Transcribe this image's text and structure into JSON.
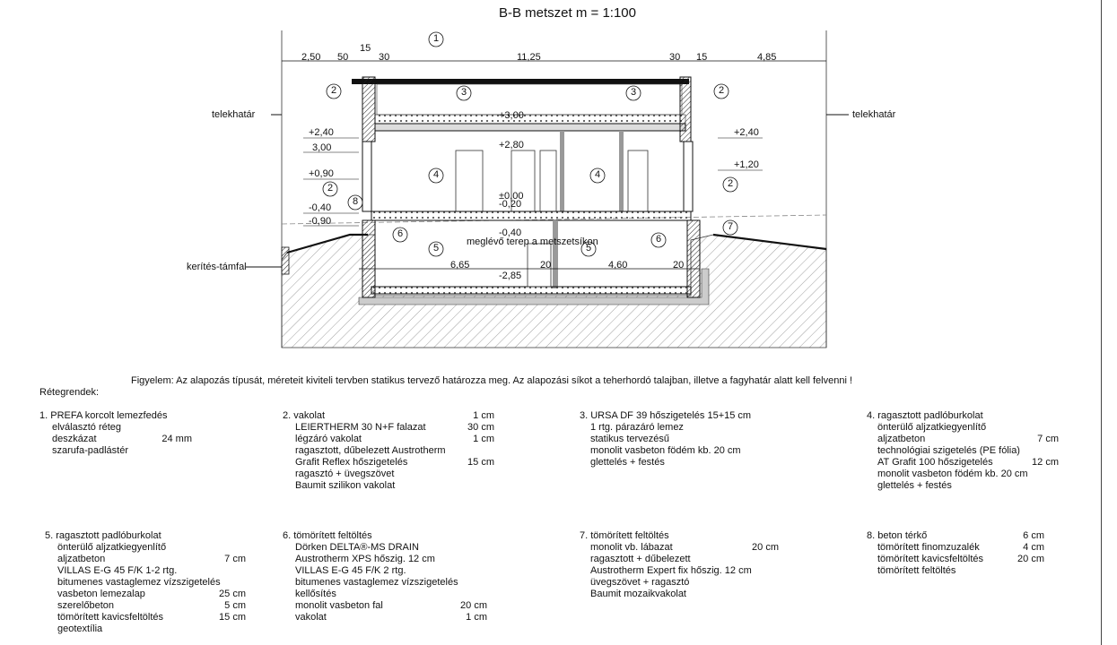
{
  "title": "B-B metszet m = 1:100",
  "note": "Figyelem: Az alapozás típusát, méreteit kiviteli tervben statikus tervező határozza meg. Az alapozási síkot a teherhordó talajban, illetve a fagyhatár alatt kell felvenni !",
  "legend_title": "Rétegrendek:",
  "labels": {
    "telekhatar_left": "telekhatár",
    "telekhatar_right": "telekhatár",
    "kerites": "kerítés-támfal",
    "terrain": "meglévő terep a metszetsíkon"
  },
  "dimensions_top": [
    "2,50",
    "50",
    "15",
    "30",
    "11,25",
    "30",
    "15",
    "4,85"
  ],
  "dimensions_bottom": [
    "6,65",
    "20",
    "4,60",
    "20"
  ],
  "levels": {
    "l_240": "+2,40",
    "l_300": "3,00",
    "l_090": "+0,90",
    "l_m040": "-0,40",
    "l_m090": "-0,90",
    "r_240": "+2,40",
    "r_120": "+1,20",
    "c_300": "+3,00",
    "c_280": "+2,80",
    "c_000": "±0,00",
    "c_m020": "-0,20",
    "c_m040": "-0,40",
    "c_m285": "-2,85"
  },
  "markers": {
    "m1": "1",
    "m2a": "2",
    "m2b": "2",
    "m2c": "2",
    "m2d": "2",
    "m3a": "3",
    "m3b": "3",
    "m4a": "4",
    "m4b": "4",
    "m5a": "5",
    "m5b": "5",
    "m6a": "6",
    "m6b": "6",
    "m7": "7",
    "m8": "8"
  },
  "layers": [
    {
      "head": "1.  PREFA korcolt lemezfedés",
      "rows": [
        [
          "elválasztó réteg",
          ""
        ],
        [
          "deszkázat",
          "24 mm"
        ],
        [
          "szarufa-padlástér",
          ""
        ]
      ]
    },
    {
      "head": "2. vakolat",
      "head_v": "1 cm",
      "rows": [
        [
          "LEIERTHERM 30 N+F falazat",
          "30 cm"
        ],
        [
          "légzáró vakolat",
          "1 cm"
        ],
        [
          "ragasztott, dűbelezett Austrotherm",
          ""
        ],
        [
          "Grafit Reflex hőszigetelés",
          "15 cm"
        ],
        [
          "ragasztó + üvegszövet",
          ""
        ],
        [
          "Baumit szilikon vakolat",
          ""
        ]
      ]
    },
    {
      "head": "3. URSA DF 39 hőszigetelés 15+15  cm",
      "rows": [
        [
          "1 rtg. párazáró lemez",
          ""
        ],
        [
          "statikus tervezésű",
          ""
        ],
        [
          "monolit vasbeton födém   kb. 20 cm",
          ""
        ],
        [
          "glettelés + festés",
          ""
        ]
      ]
    },
    {
      "head": "4. ragasztott padlóburkolat",
      "rows": [
        [
          "önterülő aljzatkiegyenlítő",
          ""
        ],
        [
          "aljzatbeton",
          "7 cm"
        ],
        [
          "technológiai szigetelés (PE fólia)",
          ""
        ],
        [
          "AT Grafit 100 hőszigetelés",
          "12 cm"
        ],
        [
          "monolit vasbeton födém   kb. 20 cm",
          ""
        ],
        [
          "glettelés + festés",
          ""
        ]
      ]
    },
    {
      "head": "5. ragasztott padlóburkolat",
      "rows": [
        [
          "önterülő aljzatkiegyenlítő",
          ""
        ],
        [
          "aljzatbeton",
          "7 cm"
        ],
        [
          "VILLAS E-G 45 F/K   1-2 rtg.",
          ""
        ],
        [
          "bitumenes vastaglemez vízszigetelés",
          ""
        ],
        [
          "vasbeton lemezalap",
          "25 cm"
        ],
        [
          "szerelőbeton",
          "5 cm"
        ],
        [
          "tömörített kavicsfeltöltés",
          "15 cm"
        ],
        [
          "geotextília",
          ""
        ]
      ]
    },
    {
      "head": "6. tömörített feltöltés",
      "rows": [
        [
          "Dörken DELTA®-MS DRAIN",
          ""
        ],
        [
          "Austrotherm XPS  hőszig.  12 cm",
          ""
        ],
        [
          "VILLAS E-G 45 F/K   2 rtg.",
          ""
        ],
        [
          "bitumenes vastaglemez vízszigetelés",
          ""
        ],
        [
          "kellősítés",
          ""
        ],
        [
          "monolit vasbeton fal",
          "20 cm"
        ],
        [
          "vakolat",
          "1 cm"
        ]
      ]
    },
    {
      "head": "7. tömörített feltöltés",
      "rows": [
        [
          "monolit vb. lábazat",
          "20 cm"
        ],
        [
          "ragasztott + dűbelezett",
          ""
        ],
        [
          "Austrotherm Expert fix  hőszig.  12 cm",
          ""
        ],
        [
          "üvegszövet + ragasztó",
          ""
        ],
        [
          "Baumit mozaikvakolat",
          ""
        ]
      ]
    },
    {
      "head": "8. beton térkő",
      "head_v": "6 cm",
      "rows": [
        [
          "tömörített finomzuzalék",
          "4 cm"
        ],
        [
          "tömörített kavicsfeltöltés",
          "20 cm"
        ],
        [
          "tömörített feltöltés",
          ""
        ]
      ]
    }
  ]
}
